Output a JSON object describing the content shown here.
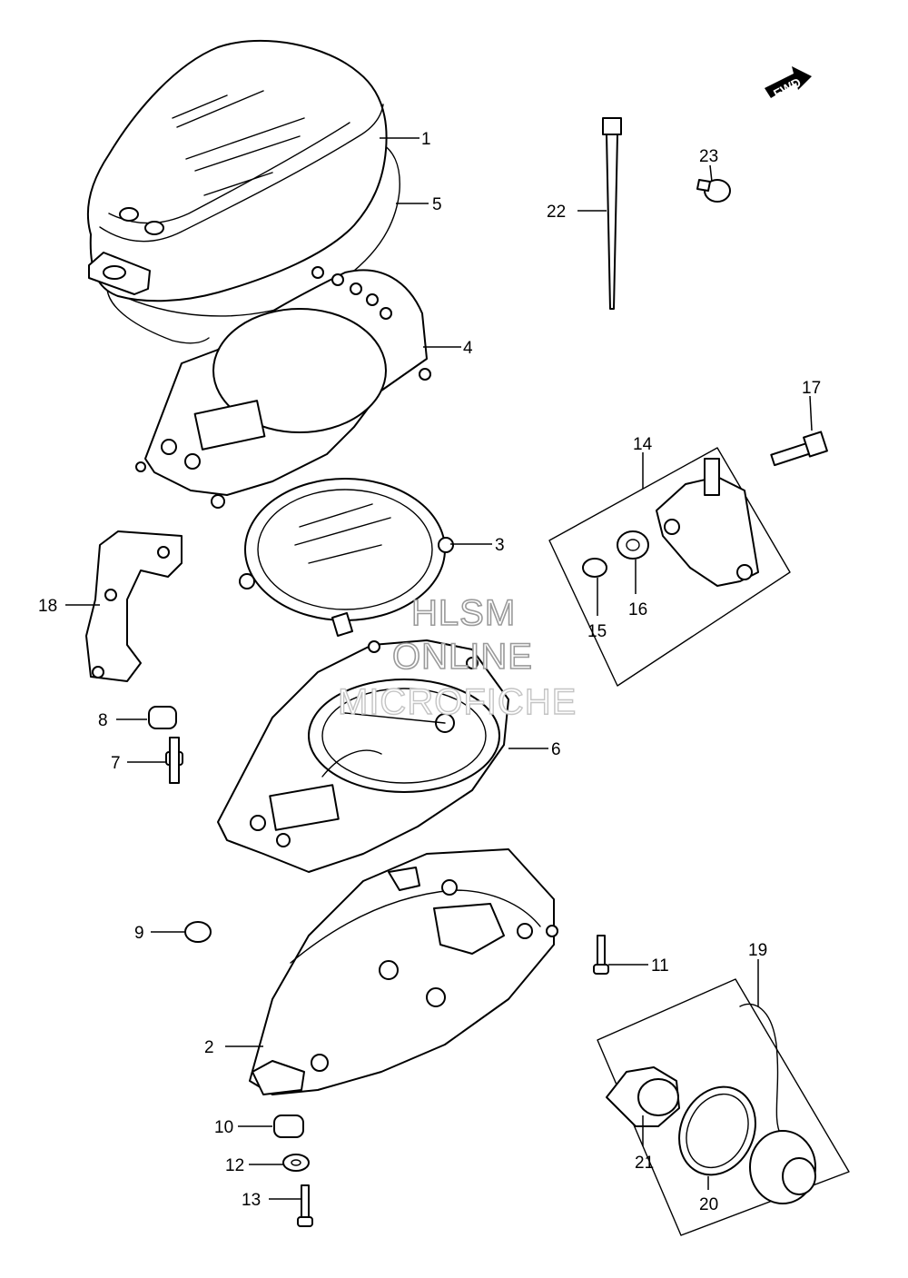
{
  "fwd_label": "FWD",
  "watermark": {
    "line1": "HLSM",
    "line2": "ONLINE",
    "line3": "MICROFICHE"
  },
  "callouts": [
    {
      "id": "1",
      "label": "1"
    },
    {
      "id": "2",
      "label": "2"
    },
    {
      "id": "3",
      "label": "3"
    },
    {
      "id": "4",
      "label": "4"
    },
    {
      "id": "5",
      "label": "5"
    },
    {
      "id": "6",
      "label": "6"
    },
    {
      "id": "7",
      "label": "7"
    },
    {
      "id": "8",
      "label": "8"
    },
    {
      "id": "9",
      "label": "9"
    },
    {
      "id": "10",
      "label": "10"
    },
    {
      "id": "11",
      "label": "11"
    },
    {
      "id": "12",
      "label": "12"
    },
    {
      "id": "13",
      "label": "13"
    },
    {
      "id": "14",
      "label": "14"
    },
    {
      "id": "15",
      "label": "15"
    },
    {
      "id": "16",
      "label": "16"
    },
    {
      "id": "17",
      "label": "17"
    },
    {
      "id": "18",
      "label": "18"
    },
    {
      "id": "19",
      "label": "19"
    },
    {
      "id": "20",
      "label": "20"
    },
    {
      "id": "21",
      "label": "21"
    },
    {
      "id": "22",
      "label": "22"
    },
    {
      "id": "23",
      "label": "23"
    }
  ]
}
